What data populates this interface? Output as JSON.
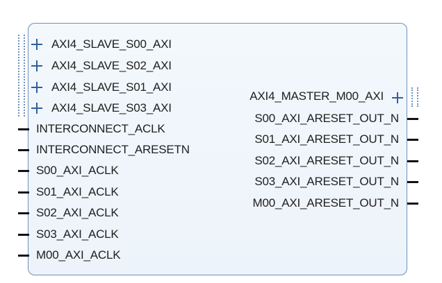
{
  "block": {
    "interfaces_left": [
      "AXI4_SLAVE_S00_AXI",
      "AXI4_SLAVE_S02_AXI",
      "AXI4_SLAVE_S01_AXI",
      "AXI4_SLAVE_S03_AXI"
    ],
    "ports_left": [
      "INTERCONNECT_ACLK",
      "INTERCONNECT_ARESETN",
      "S00_AXI_ACLK",
      "S01_AXI_ACLK",
      "S02_AXI_ACLK",
      "S03_AXI_ACLK",
      "M00_AXI_ACLK"
    ],
    "interfaces_right": [
      "AXI4_MASTER_M00_AXI"
    ],
    "ports_right": [
      "S00_AXI_ARESET_OUT_N",
      "S01_AXI_ARESET_OUT_N",
      "S02_AXI_ARESET_OUT_N",
      "S03_AXI_ARESET_OUT_N",
      "M00_AXI_ARESET_OUT_N"
    ]
  },
  "colors": {
    "border": "#6b8fbf",
    "fill": "#eef5fb",
    "pin": "#111111",
    "expand": "#2e5f9e"
  },
  "icons": {
    "expand": "plus-icon"
  }
}
